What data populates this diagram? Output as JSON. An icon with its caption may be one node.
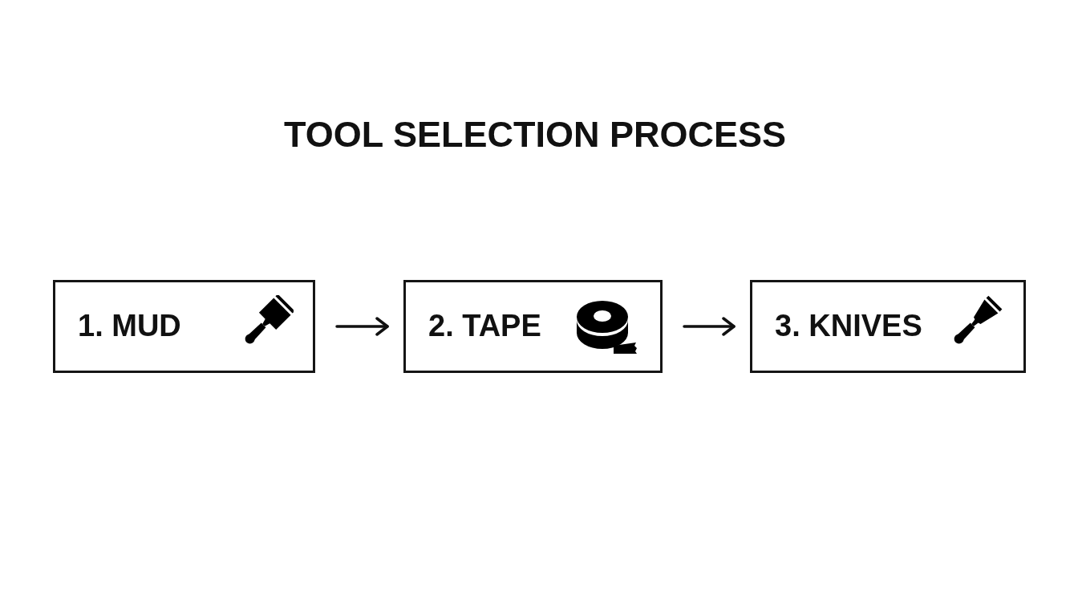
{
  "diagram": {
    "title": "TOOL SELECTION PROCESS",
    "nodes": [
      {
        "text": [
          "1. MUD"
        ]
      },
      {
        "text": [
          "2. TAPE"
        ]
      },
      {
        "text": [
          "3. KNIVES"
        ]
      }
    ],
    "edges": [
      {
        "from": 0,
        "to": 1,
        "arrow": "to"
      },
      {
        "from": 1,
        "to": 2,
        "arrow": "to"
      }
    ]
  }
}
